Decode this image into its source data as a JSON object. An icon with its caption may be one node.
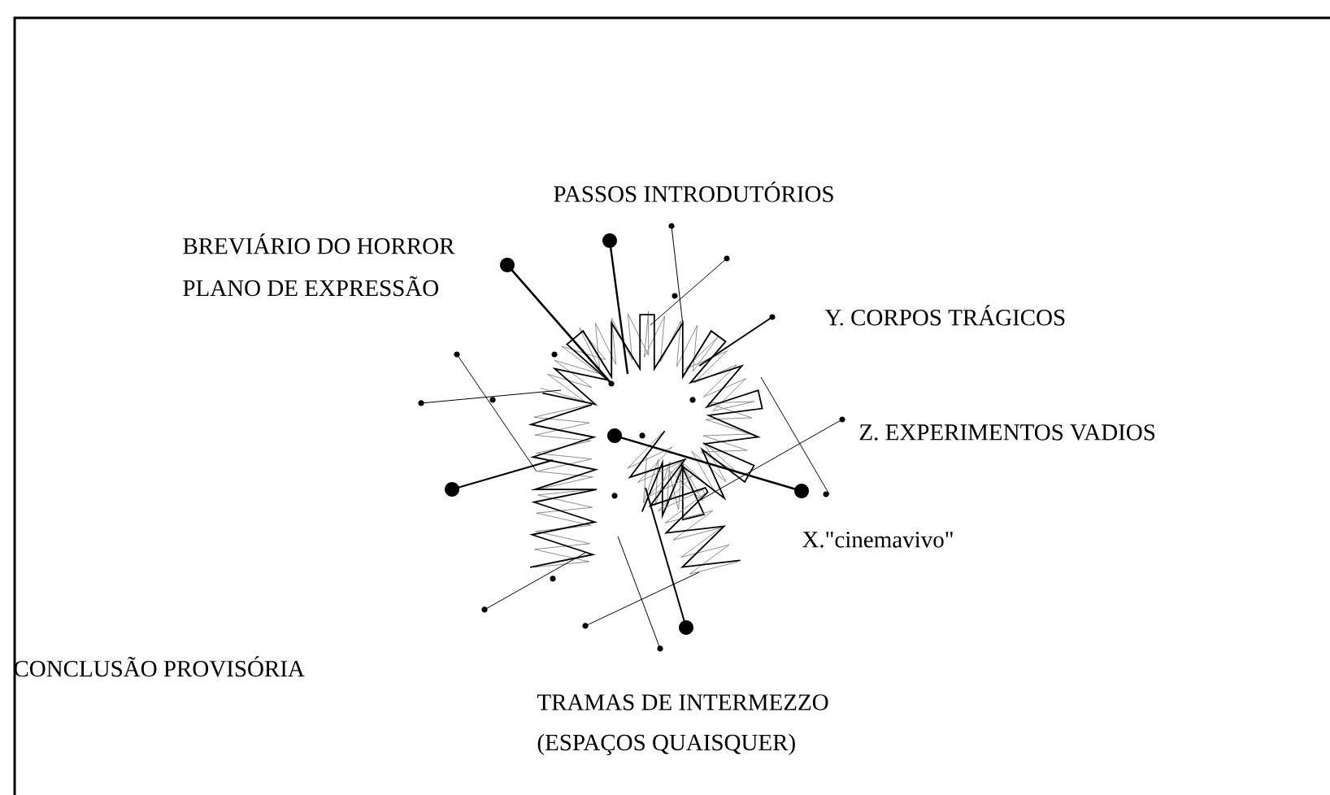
{
  "diagram": {
    "labels": [
      "PASSOS INTRODUTÓRIOS",
      "BREVIÁRIO DO HORROR",
      "PLANO DE EXPRESSÃO",
      "Y. CORPOS TRÁGICOS",
      "Z. EXPERIMENTOS VADIOS",
      "X.\"cinemavivo\"",
      "CONCLUSÃO PROVISÓRIA",
      "TRAMAS DE INTERMEZZO",
      "(ESPAÇOS QUAISQUER)"
    ]
  }
}
